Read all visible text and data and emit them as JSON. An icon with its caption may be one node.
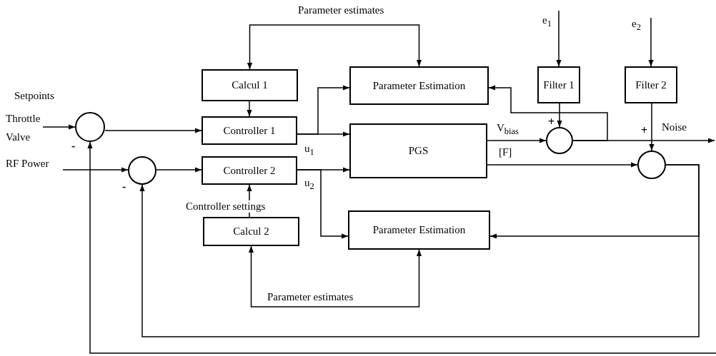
{
  "diagram": {
    "nodes": [
      {
        "text": [
          "Throttle Valve"
        ]
      },
      {
        "text": [],
        "shape": "circle",
        "beside": [
          "-"
        ]
      },
      {
        "text": [
          "Calcul 1"
        ]
      },
      {
        "text": [
          "Controller 1"
        ]
      },
      {
        "text": [
          "RF Power"
        ]
      },
      {
        "text": [],
        "shape": "circle",
        "beside": [
          "-"
        ]
      },
      {
        "text": [
          "Controller 2"
        ]
      },
      {
        "text": [
          "Calcul 2"
        ]
      },
      {
        "text": [
          "Parameter Estimation"
        ]
      },
      {
        "text": [
          "PGS"
        ]
      },
      {
        "text": [
          "Parameter Estimation"
        ]
      },
      {
        "text": [
          "Filter 1"
        ]
      },
      {
        "text": [
          "Filter 2"
        ]
      },
      {
        "text": [],
        "shape": "circle",
        "beside": [
          "+"
        ]
      },
      {
        "text": [],
        "shape": "circle",
        "beside": [
          "+"
        ]
      }
    ],
    "edges": [
      {
        "from": 0,
        "to": 1,
        "arrow": "to"
      },
      {
        "from": 1,
        "to": 3,
        "arrow": "to"
      },
      {
        "from": 4,
        "to": 5,
        "arrow": "to"
      },
      {
        "from": 5,
        "to": 6,
        "arrow": "to"
      },
      {
        "from": 2,
        "to": 3,
        "arrow": "to"
      },
      {
        "from": 7,
        "to": 6,
        "arrow": "to",
        "label": "Controller settings"
      },
      {
        "from": 3,
        "to": 9,
        "arrow": "to",
        "label": "u$_{1}$"
      },
      {
        "from": 3,
        "to": 8,
        "arrow": "to"
      },
      {
        "from": 6,
        "to": 9,
        "arrow": "to",
        "label": "u$_{2}$"
      },
      {
        "from": 6,
        "to": 10,
        "arrow": "to"
      },
      {
        "from": 8,
        "to": 2,
        "arrow": "both",
        "label": "Parameter estimates"
      },
      {
        "from": 10,
        "to": 7,
        "arrow": "both",
        "label": "Parameter estimates"
      },
      {
        "from": 9,
        "to": 13,
        "arrow": "to",
        "label": "V$_{bias}$"
      },
      {
        "from": 9,
        "to": 14,
        "arrow": "to",
        "label": "[F]"
      },
      {
        "from": null,
        "to": 11,
        "arrow": "to",
        "label": "e$_{1}$"
      },
      {
        "from": null,
        "to": 12,
        "arrow": "to",
        "label": "e$_{2}$"
      },
      {
        "from": 11,
        "to": 13,
        "arrow": "to"
      },
      {
        "from": 12,
        "to": 14,
        "arrow": "to"
      },
      {
        "from": 13,
        "to": null,
        "arrow": "to",
        "label": "Noise"
      },
      {
        "from": 13,
        "to": 8,
        "arrow": "to"
      },
      {
        "from": 14,
        "to": 5,
        "arrow": "to"
      },
      {
        "from": 14,
        "to": 10,
        "arrow": "to"
      },
      {
        "from": null,
        "to": 1,
        "arrow": "to"
      }
    ],
    "labels": [
      "Setpoints"
    ]
  }
}
